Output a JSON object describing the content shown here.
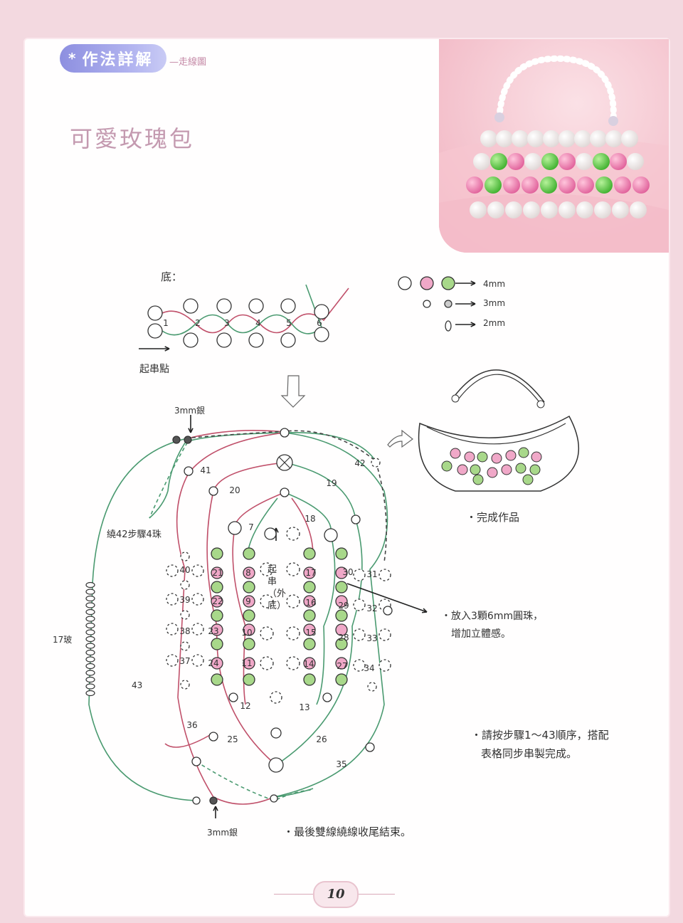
{
  "header": {
    "section_star": "*",
    "section_title": "作法詳解",
    "sub_tag": "—走線圖"
  },
  "title": "可愛玫瑰包",
  "labels": {
    "base": "底：",
    "start_point": "起串點",
    "silver_top": "3mm銀",
    "silver_bottom": "3mm銀",
    "step42": "繞42步驟4珠",
    "glass17": "17玻",
    "n43": "43",
    "center_text": "起串（外底）",
    "add_beads_1": "・放入3顆6mm圓珠，",
    "add_beads_2": "增加立體感。",
    "finished": "・完成作品",
    "instruction_1": "・請按步驟1～43順序，搭配",
    "instruction_2": "表格同步串製完成。",
    "final": "・最後雙線繞線收尾結束。"
  },
  "legend": [
    {
      "size": "4mm"
    },
    {
      "size": "3mm"
    },
    {
      "size": "2mm"
    }
  ],
  "base_numbers": [
    "1",
    "2",
    "3",
    "4",
    "5",
    "6"
  ],
  "step_numbers": [
    "7",
    "8",
    "9",
    "10",
    "11",
    "12",
    "13",
    "14",
    "15",
    "16",
    "17",
    "18",
    "19",
    "20",
    "21",
    "22",
    "23",
    "24",
    "25",
    "26",
    "27",
    "28",
    "29",
    "30",
    "31",
    "32",
    "33",
    "34",
    "35",
    "36",
    "37",
    "38",
    "39",
    "40",
    "41",
    "42"
  ],
  "page_number": "10",
  "colors": {
    "pink": "#f0a8c8",
    "green": "#a8d88a",
    "line_red": "#c0506a",
    "line_green": "#4a9a70",
    "title": "#c49ab0"
  }
}
